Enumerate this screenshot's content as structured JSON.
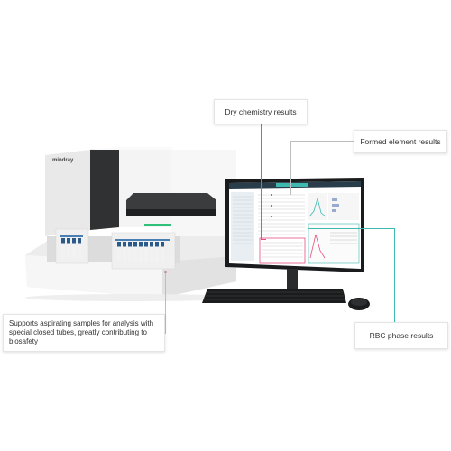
{
  "brand": {
    "logo_text": "mindray"
  },
  "callouts": {
    "dry_chemistry": "Dry chemistry results",
    "formed_element": "Formed element results",
    "rbc_phase": "RBC phase results",
    "closed_tubes": "Supports aspirating samples for analysis with special closed tubes, greatly contributing to biosafety"
  },
  "colors": {
    "accent_pink": "#e3517f",
    "accent_teal": "#3eb9b0",
    "analyzer_body": "#f2f2f2",
    "analyzer_dark": "#2f3133",
    "status_green": "#2fc07a"
  },
  "icons": {
    "analyzer": "urinalysis-analyzer-image",
    "monitor": "desktop-monitor-image",
    "keyboard": "keyboard-image",
    "mouse": "mouse-image"
  }
}
